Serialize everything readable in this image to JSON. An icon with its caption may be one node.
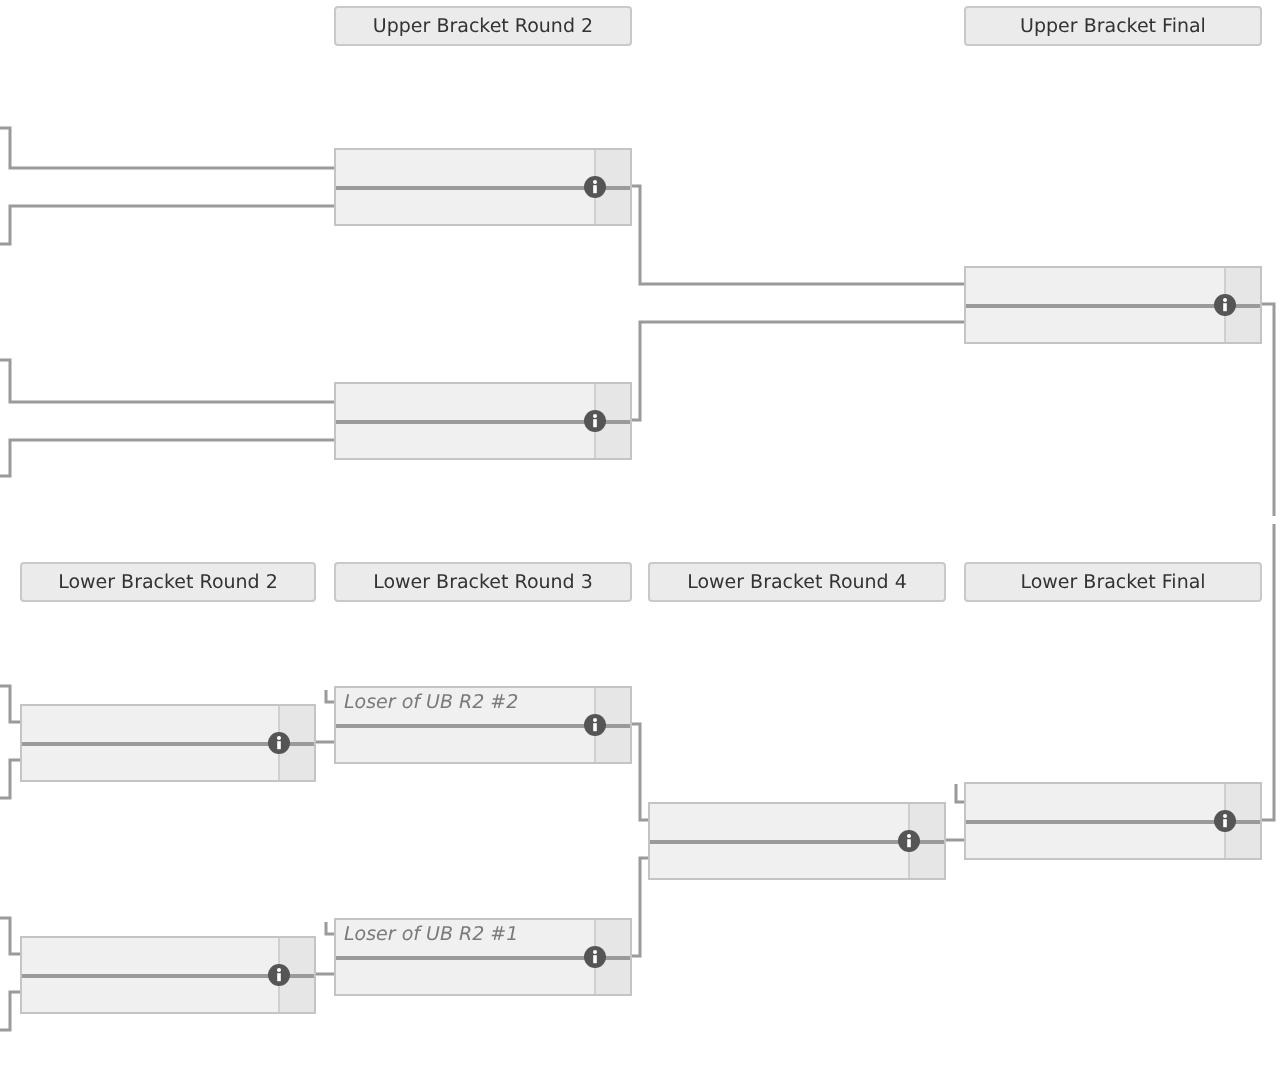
{
  "diagram": {
    "nodes": [
      {
        "text": [
          "Upper Bracket Round 2"
        ]
      },
      {
        "text": [
          "Upper Bracket Final"
        ]
      },
      {
        "text": [],
        "shape": "box"
      },
      {
        "text": [],
        "shape": "box"
      },
      {
        "text": [],
        "shape": "box"
      },
      {
        "text": [
          "Lower Bracket Round 2"
        ]
      },
      {
        "text": [
          "Lower Bracket Round 3"
        ]
      },
      {
        "text": [
          "Lower Bracket Round 4"
        ]
      },
      {
        "text": [
          "Lower Bracket Final"
        ]
      },
      {
        "text": [],
        "shape": "box"
      },
      {
        "text": [
          "Loser of UB R2 #2"
        ]
      },
      {
        "text": [],
        "shape": "box"
      },
      {
        "text": [
          "Loser of UB R2 #1"
        ]
      },
      {
        "text": [],
        "shape": "box"
      },
      {
        "text": [],
        "shape": "box"
      }
    ],
    "edges": [
      {
        "from": null,
        "to": 2,
        "arrow": "none"
      },
      {
        "from": null,
        "to": 2,
        "arrow": "none"
      },
      {
        "from": null,
        "to": 3,
        "arrow": "none"
      },
      {
        "from": null,
        "to": 3,
        "arrow": "none"
      },
      {
        "from": 2,
        "to": 4,
        "arrow": "none"
      },
      {
        "from": 3,
        "to": 4,
        "arrow": "none"
      },
      {
        "from": 4,
        "to": null,
        "arrow": "none"
      },
      {
        "from": null,
        "to": 9,
        "arrow": "none"
      },
      {
        "from": null,
        "to": 9,
        "arrow": "none"
      },
      {
        "from": null,
        "to": 11,
        "arrow": "none"
      },
      {
        "from": null,
        "to": 11,
        "arrow": "none"
      },
      {
        "from": 9,
        "to": 10,
        "arrow": "none"
      },
      {
        "from": 11,
        "to": 12,
        "arrow": "none"
      },
      {
        "from": null,
        "to": 10,
        "arrow": "none"
      },
      {
        "from": null,
        "to": 12,
        "arrow": "none"
      },
      {
        "from": 10,
        "to": 13,
        "arrow": "none"
      },
      {
        "from": 12,
        "to": 13,
        "arrow": "none"
      },
      {
        "from": null,
        "to": 14,
        "arrow": "none"
      },
      {
        "from": 13,
        "to": 14,
        "arrow": "none"
      },
      {
        "from": 14,
        "to": null,
        "arrow": "none"
      }
    ]
  }
}
